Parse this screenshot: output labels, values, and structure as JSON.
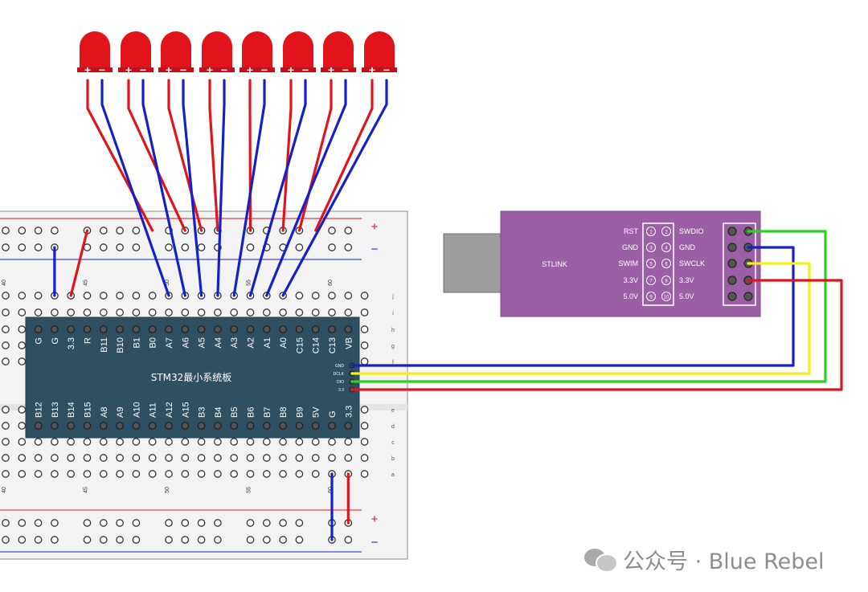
{
  "leds": {
    "count": 8,
    "plus": "+",
    "minus": "−",
    "color": "#e1141c"
  },
  "breadboard": {
    "top_col_labels": [
      "40",
      "45",
      "50",
      "55",
      "60"
    ],
    "bottom_col_labels": [
      "40",
      "45",
      "50",
      "55",
      "60"
    ],
    "rail_plus": "+",
    "rail_minus": "−",
    "row_letters_top": [
      "j",
      "i",
      "h",
      "g",
      "f"
    ],
    "row_letters_bottom": [
      "e",
      "d",
      "c",
      "b",
      "a"
    ]
  },
  "board": {
    "title": "STM32最小系统板",
    "top_pins": [
      "G",
      "G",
      "3.3",
      "R",
      "B11",
      "B10",
      "B1",
      "B0",
      "A7",
      "A6",
      "A5",
      "A4",
      "A3",
      "A2",
      "A1",
      "A0",
      "C15",
      "C14",
      "C13",
      "VB"
    ],
    "bottom_pins": [
      "B12",
      "B13",
      "B14",
      "B15",
      "A8",
      "A9",
      "A10",
      "A11",
      "A12",
      "A15",
      "B3",
      "B4",
      "B5",
      "B6",
      "B7",
      "B8",
      "B9",
      "5V",
      "G",
      "3.3"
    ],
    "swd_pins": [
      "GND",
      "DCLK",
      "DIO",
      "3.3"
    ],
    "color": "#2f4f63"
  },
  "stlink": {
    "label": "STLINK",
    "left_labels": [
      "RST",
      "GND",
      "SWIM",
      "3.3V",
      "5.0V"
    ],
    "right_labels": [
      "SWDIO",
      "GND",
      "SWCLK",
      "3.3V",
      "5.0V"
    ],
    "pin_numbers": [
      [
        "1",
        "2"
      ],
      [
        "3",
        "4"
      ],
      [
        "5",
        "6"
      ],
      [
        "7",
        "8"
      ],
      [
        "9",
        "10"
      ]
    ],
    "color": "#9b5fa6"
  },
  "wire_colors": {
    "red": "#e1141c",
    "blue": "#1520c8",
    "green": "#2ad11f",
    "yellow": "#f5ef1c"
  },
  "watermark": {
    "text": "公众号 · Blue Rebel"
  }
}
